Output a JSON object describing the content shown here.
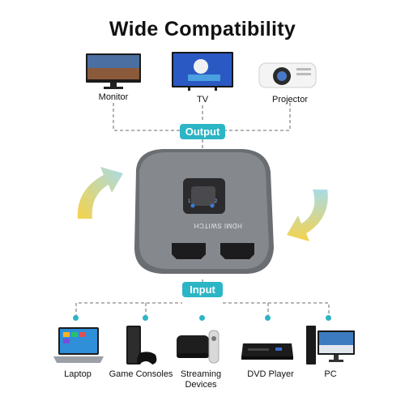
{
  "title": "Wide Compatibility",
  "accent_color": "#2cb5c5",
  "output": {
    "label": "Output",
    "devices": [
      {
        "icon": "monitor-icon",
        "label": "Monitor"
      },
      {
        "icon": "tv-icon",
        "label": "TV"
      },
      {
        "icon": "projector-icon",
        "label": "Projector"
      }
    ]
  },
  "switch": {
    "text": "HDMI SWITCH",
    "led_1": "1",
    "led_2": "2"
  },
  "input": {
    "label": "Input",
    "devices": [
      {
        "icon": "laptop-icon",
        "label": "Laptop"
      },
      {
        "icon": "game-console-icon",
        "label": "Game Consoles"
      },
      {
        "icon": "streaming-device-icon",
        "label": "Streaming Devices"
      },
      {
        "icon": "dvd-player-icon",
        "label": "DVD Player"
      },
      {
        "icon": "pc-icon",
        "label": "PC"
      }
    ]
  }
}
